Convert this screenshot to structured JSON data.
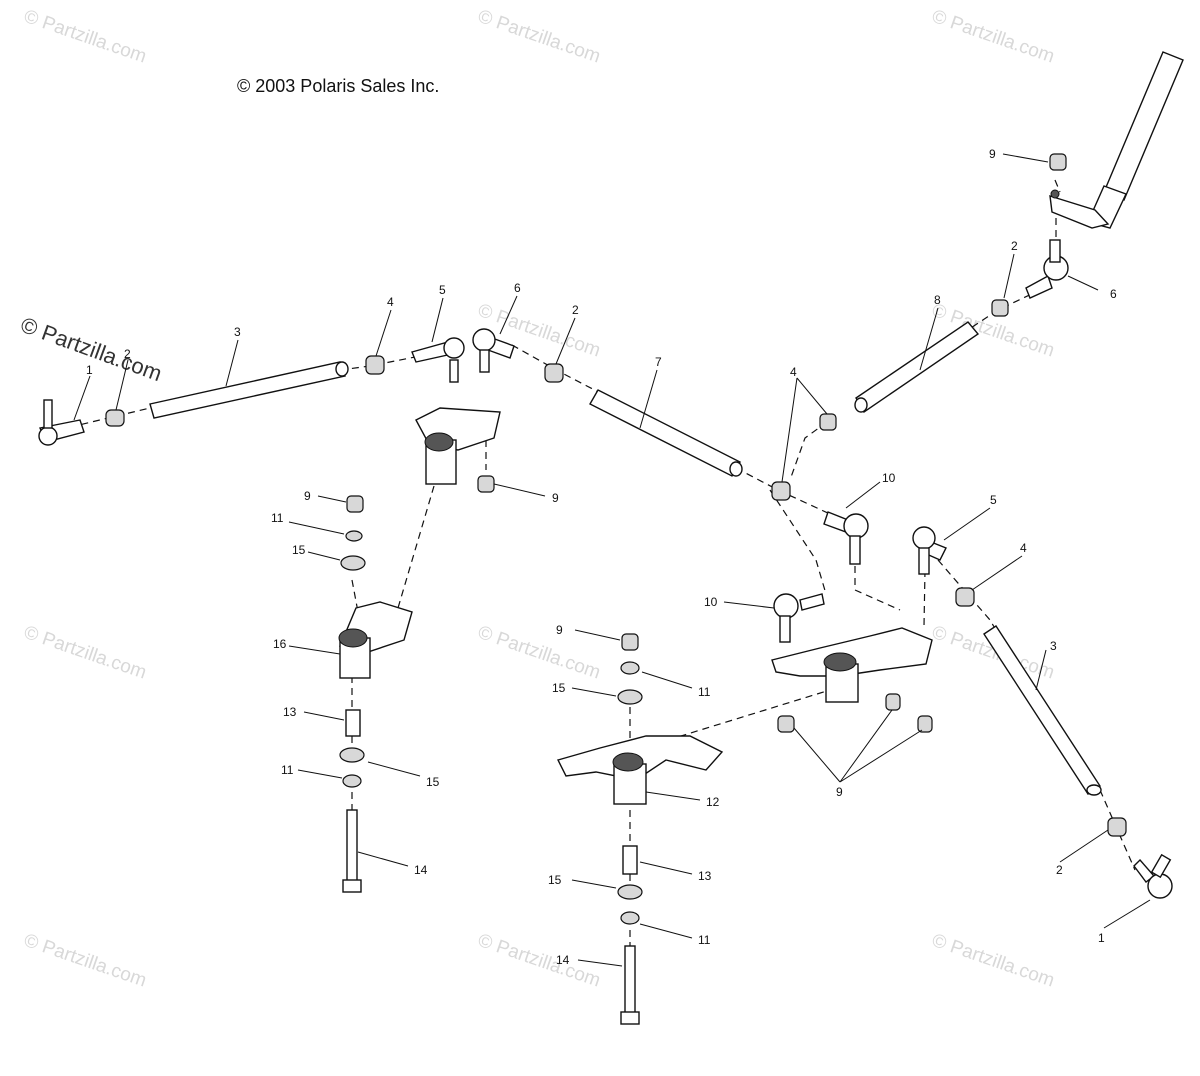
{
  "copyright": "© 2003 Polaris Sales Inc.",
  "watermark": "© Partzilla.com",
  "callouts": [
    {
      "id": "c1a",
      "text": "1"
    },
    {
      "id": "c2a",
      "text": "2"
    },
    {
      "id": "c3a",
      "text": "3"
    },
    {
      "id": "c4a",
      "text": "4"
    },
    {
      "id": "c5a",
      "text": "5"
    },
    {
      "id": "c6a",
      "text": "6"
    },
    {
      "id": "c2b",
      "text": "2"
    },
    {
      "id": "c7",
      "text": "7"
    },
    {
      "id": "c4b",
      "text": "4"
    },
    {
      "id": "c8",
      "text": "8"
    },
    {
      "id": "c2c",
      "text": "2"
    },
    {
      "id": "c6b",
      "text": "6"
    },
    {
      "id": "c9a",
      "text": "9"
    },
    {
      "id": "c9b",
      "text": "9"
    },
    {
      "id": "c10a",
      "text": "10"
    },
    {
      "id": "c5b",
      "text": "5"
    },
    {
      "id": "c4c",
      "text": "4"
    },
    {
      "id": "c10b",
      "text": "10"
    },
    {
      "id": "c3b",
      "text": "3"
    },
    {
      "id": "c9c",
      "text": "9"
    },
    {
      "id": "c11a",
      "text": "11"
    },
    {
      "id": "c15a",
      "text": "15"
    },
    {
      "id": "c16",
      "text": "16"
    },
    {
      "id": "c13a",
      "text": "13"
    },
    {
      "id": "c11b",
      "text": "11"
    },
    {
      "id": "c15b",
      "text": "15"
    },
    {
      "id": "c14a",
      "text": "14"
    },
    {
      "id": "c9d",
      "text": "9"
    },
    {
      "id": "c11c",
      "text": "11"
    },
    {
      "id": "c15c",
      "text": "15"
    },
    {
      "id": "c12",
      "text": "12"
    },
    {
      "id": "c13b",
      "text": "13"
    },
    {
      "id": "c15d",
      "text": "15"
    },
    {
      "id": "c11d",
      "text": "11"
    },
    {
      "id": "c14b",
      "text": "14"
    },
    {
      "id": "c9e",
      "text": "9"
    },
    {
      "id": "c2d",
      "text": "2"
    },
    {
      "id": "c1b",
      "text": "1"
    }
  ]
}
